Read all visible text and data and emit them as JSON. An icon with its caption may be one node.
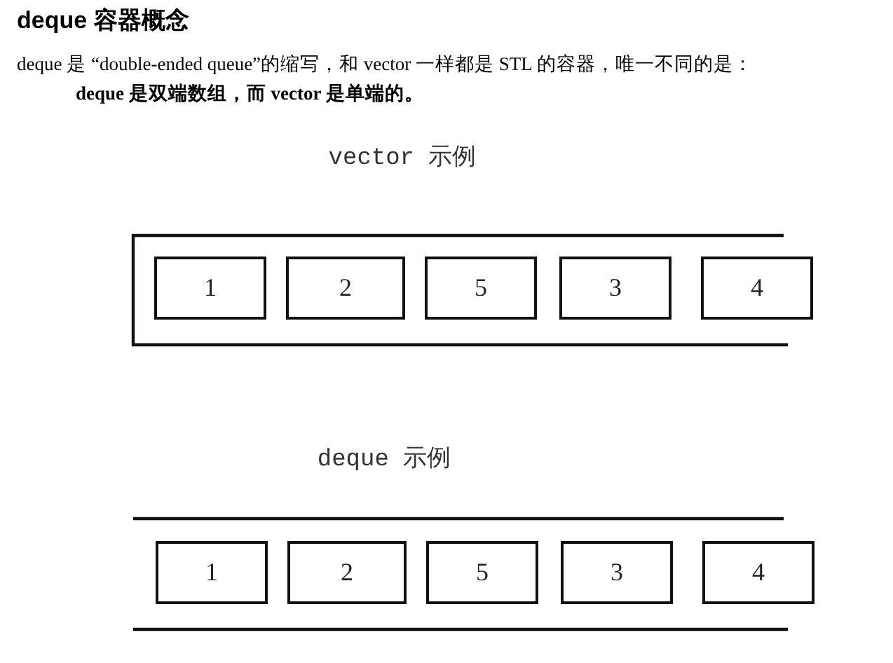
{
  "diagram": {
    "title": "deque 容器概念",
    "nodes": [
      {
        "text": [
          "vector 示例"
        ]
      },
      {
        "text": [
          "1"
        ],
        "in": 0
      },
      {
        "text": [
          "2"
        ],
        "in": 0
      },
      {
        "text": [
          "5"
        ],
        "in": 0
      },
      {
        "text": [
          "3"
        ],
        "in": 0
      },
      {
        "text": [
          "4"
        ],
        "in": 0
      },
      {
        "text": [
          "deque 示例"
        ]
      },
      {
        "text": [
          "1"
        ],
        "in": 6
      },
      {
        "text": [
          "2"
        ],
        "in": 6
      },
      {
        "text": [
          "5"
        ],
        "in": 6
      },
      {
        "text": [
          "3"
        ],
        "in": 6
      },
      {
        "text": [
          "4"
        ],
        "in": 6
      }
    ],
    "labels": [
      "deque 是 “double-ended queue”的缩写，和 vector 一样都是 STL 的容器，唯一不同的是：",
      "deque 是双端数组，而 vector 是单端的。"
    ]
  }
}
